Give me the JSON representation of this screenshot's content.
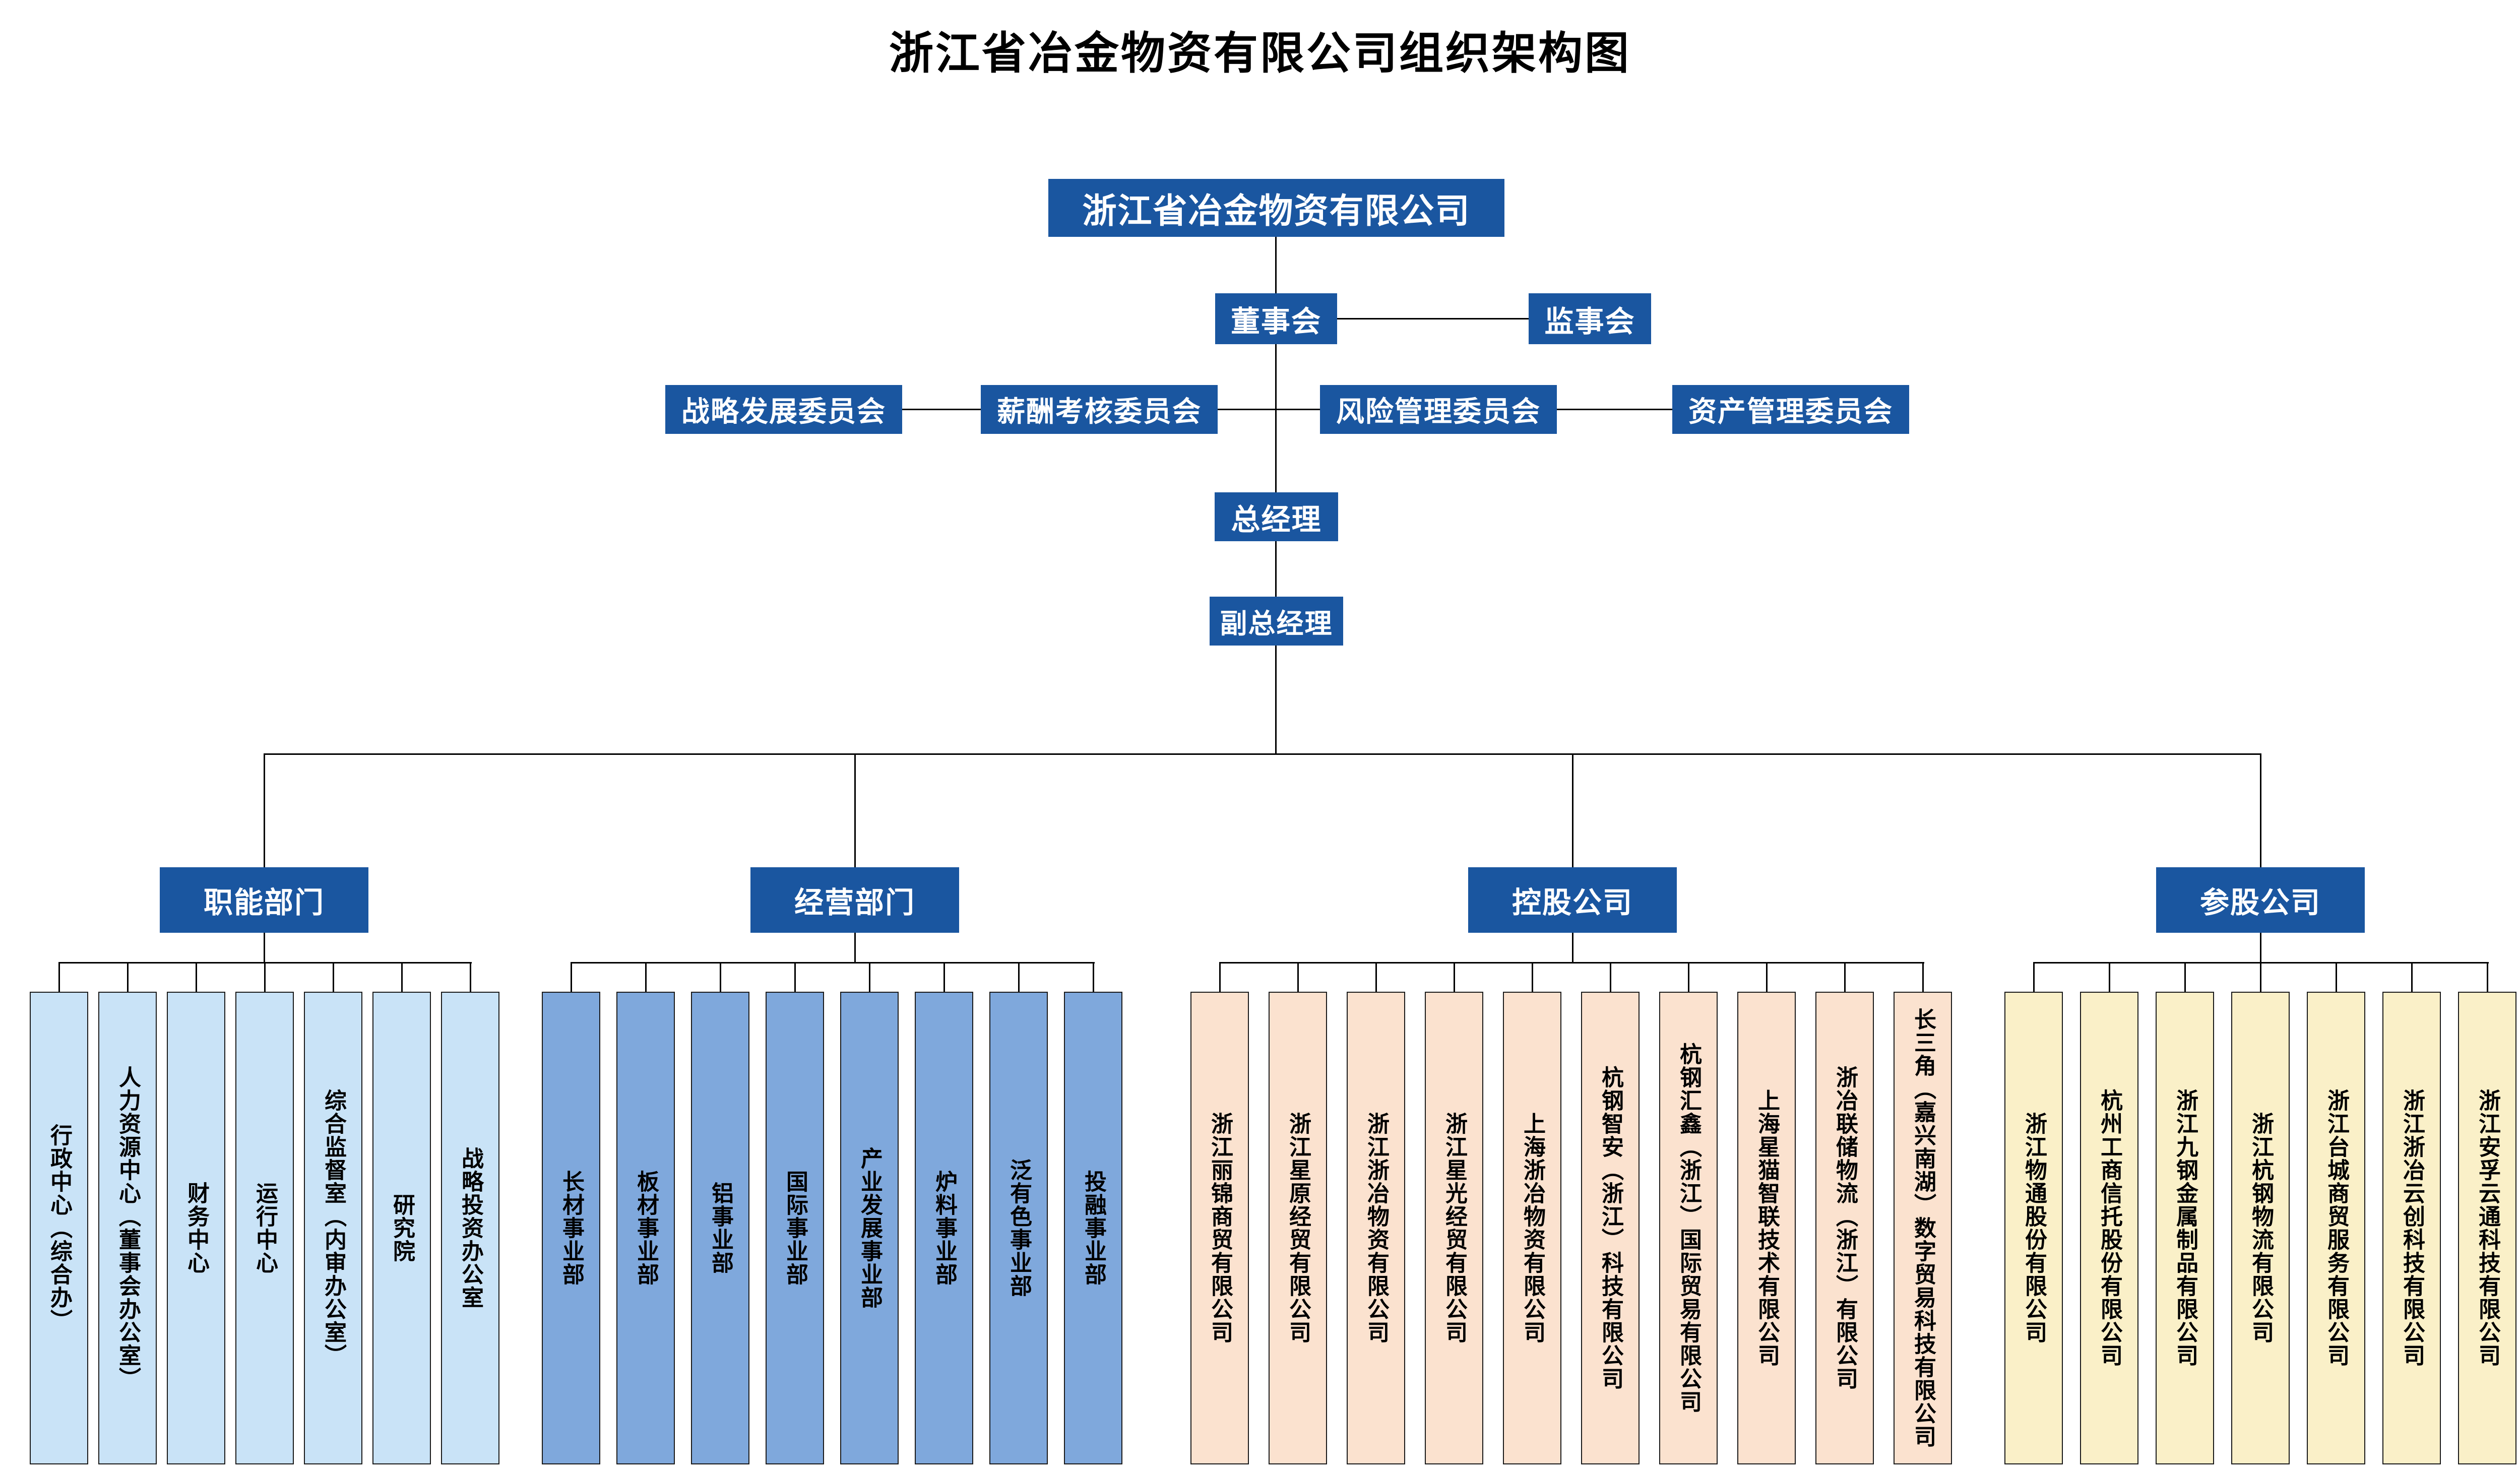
{
  "title": "浙江省冶金物资有限公司组织架构图",
  "root": {
    "label": "浙江省冶金物资有限公司"
  },
  "board": {
    "label": "董事会"
  },
  "supervisory": {
    "label": "监事会"
  },
  "committees": [
    "战略发展委员会",
    "薪酬考核委员会",
    "风险管理委员会",
    "资产管理委员会"
  ],
  "general_manager": {
    "label": "总经理"
  },
  "deputy_general_manager": {
    "label": "副总经理"
  },
  "branches": [
    {
      "label": "职能部门",
      "color": "#C9E3F7",
      "children": [
        "行政中心（综合办）",
        "人力资源中心（董事会办公室）",
        "财务中心",
        "运行中心",
        "综合监督室（内审办公室）",
        "研究院",
        "战略投资办公室"
      ]
    },
    {
      "label": "经营部门",
      "color": "#7FA8DC",
      "children": [
        "长材事业部",
        "板材事业部",
        "铝事业部",
        "国际事业部",
        "产业发展事业部",
        "炉料事业部",
        "泛有色事业部",
        "投融事业部"
      ]
    },
    {
      "label": "控股公司",
      "color": "#FBE2CF",
      "children": [
        "浙江丽锦商贸有限公司",
        "浙江星原经贸有限公司",
        "浙江浙冶物资有限公司",
        "浙江星光经贸有限公司",
        "上海浙冶物资有限公司",
        "杭钢智安（浙江）科技有限公司",
        "杭钢汇鑫（浙江）国际贸易有限公司",
        "上海星猫智联技术有限公司",
        "浙冶联储物流（浙江）有限公司",
        "长三角（嘉兴南湖）数字贸易科技有限公司"
      ]
    },
    {
      "label": "参股公司",
      "color": "#FAF0C8",
      "children": [
        "浙江物通股份有限公司",
        "杭州工商信托股份有限公司",
        "浙江九钢金属制品有限公司",
        "浙江杭钢物流有限公司",
        "浙江台城商贸服务有限公司",
        "浙江浙冶云创科技有限公司",
        "浙江安孚云通科技有限公司"
      ]
    }
  ],
  "colors": {
    "node_blue": "#1A56A0",
    "node_text": "#FFFFFF",
    "connector": "#000000",
    "functional_fill": "#C9E3F7",
    "business_fill": "#7FA8DC",
    "holding_fill": "#FBE2CF",
    "participating_fill": "#FAF0C8"
  }
}
